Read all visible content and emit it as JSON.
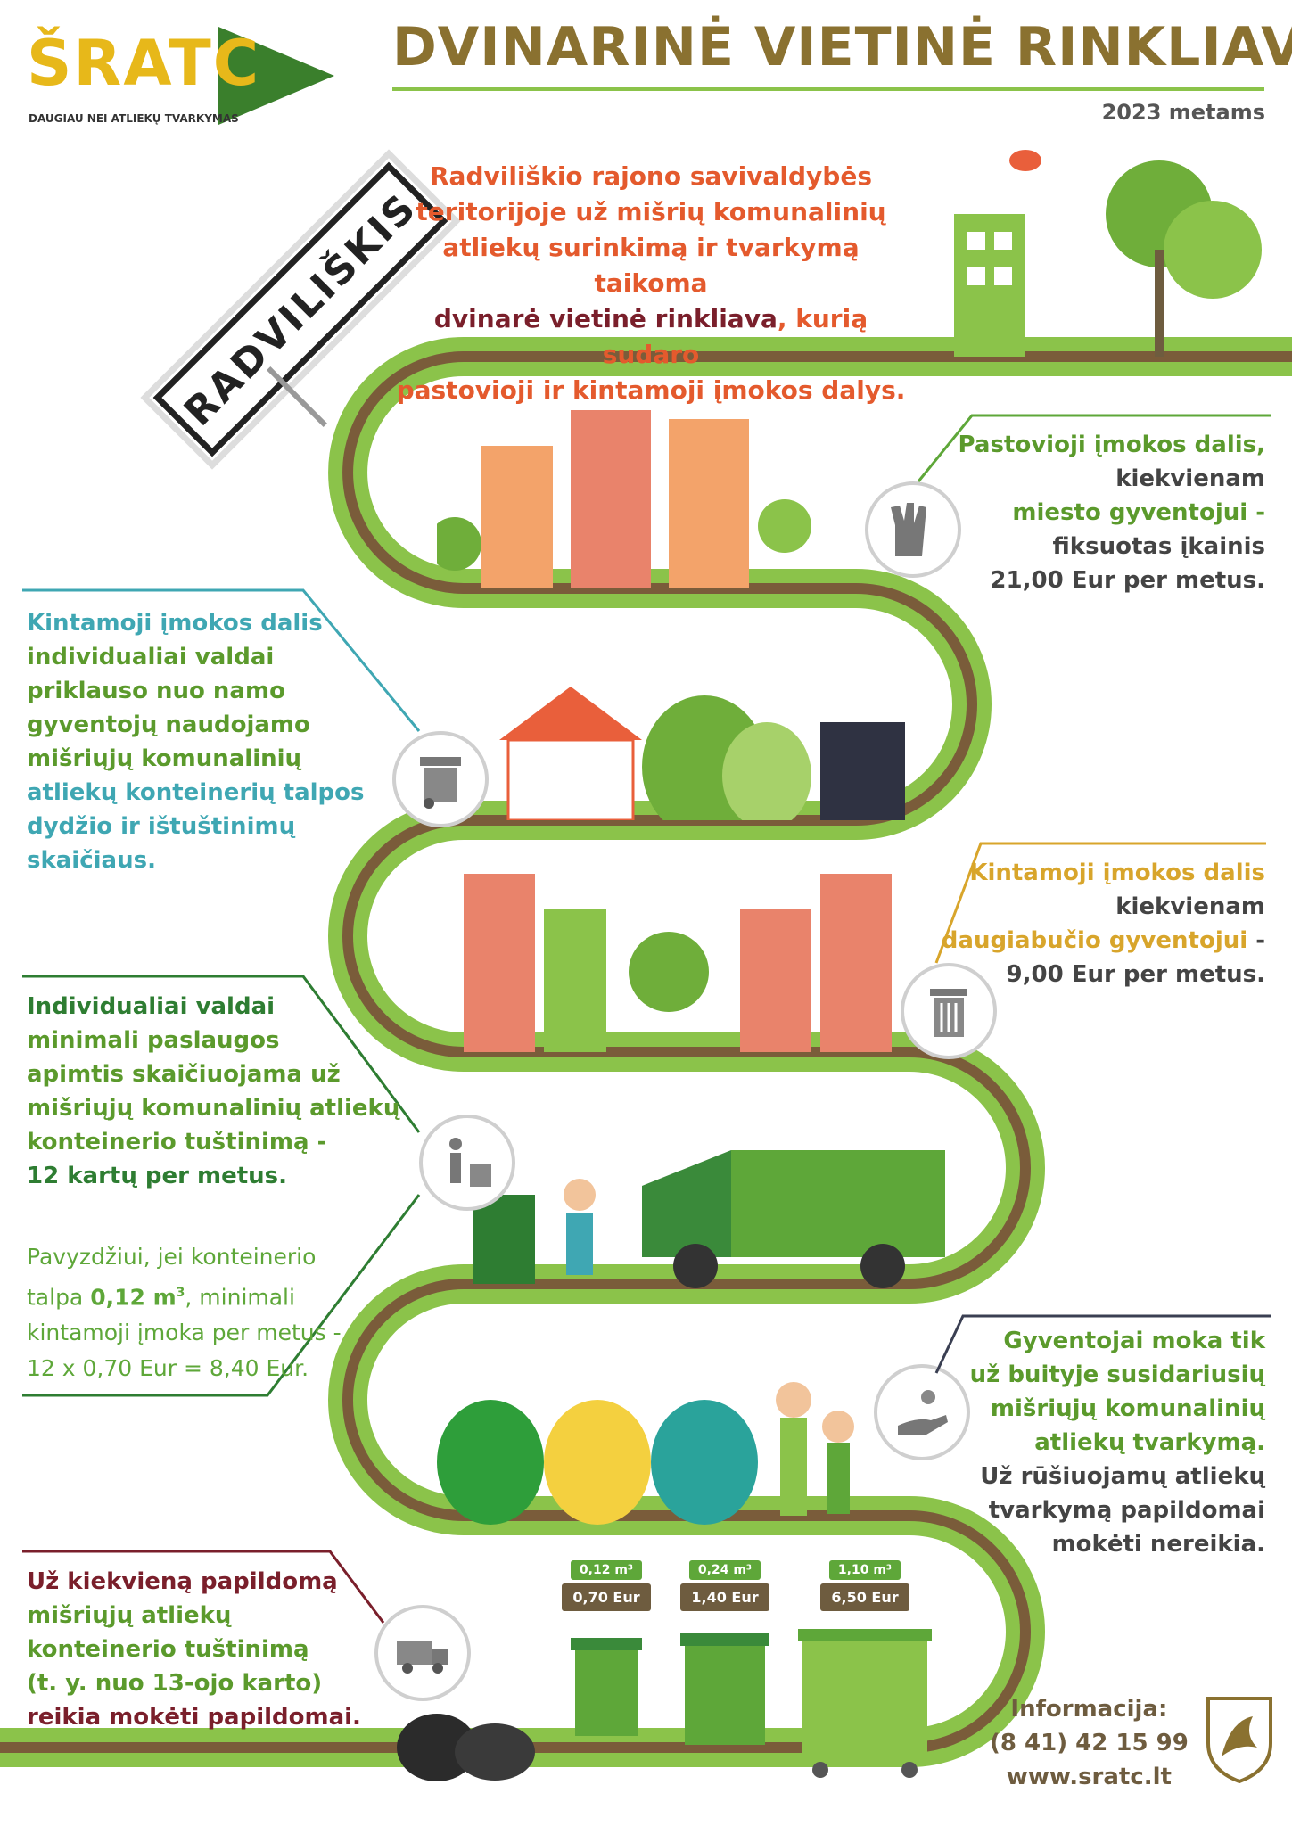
{
  "header": {
    "logo_text": "ŠRATC",
    "logo_tagline": "DAUGIAU NEI ATLIEKŲ TVARKYMAS",
    "title": "DVINARINĖ VIETINĖ RINKLIAVA",
    "year": "2023 metams"
  },
  "sign": {
    "text": "RADVILIŠKIS"
  },
  "intro": {
    "line1": "Radviliškio rajono savivaldybės",
    "line2": "teritorijoje už mišrių komunalinių",
    "line3": "atliekų surinkimą ir tvarkymą taikoma",
    "line4_dark": "dvinarė vietinė rinkliava",
    "line4_rest": ", kurią sudaro",
    "line5": "pastovioji ir kintamoji įmokos dalys."
  },
  "blocks": {
    "fixed": {
      "l1": "Pastovioji įmokos dalis,",
      "l2": "kiekvienam",
      "l3": "miesto gyventojui -",
      "l4": "fiksuotas įkainis",
      "l5": "21,00 Eur per metus."
    },
    "individual": {
      "l1": "Kintamoji įmokos dalis",
      "l2": "individualiai valdai",
      "l3": "priklauso nuo namo",
      "l4": "gyventojų naudojamo",
      "l5": "mišriųjų komunalinių",
      "l6": "atliekų konteinerių talpos",
      "l7": "dydžio ir ištuštinimų skaičiaus."
    },
    "apartment": {
      "l1": "Kintamoji įmokos dalis",
      "l2": "kiekvienam",
      "l3": "daugiabučio gyventojui",
      "l3b": " -",
      "l4": "9,00 Eur per metus."
    },
    "minimum": {
      "l1": "Individualiai valdai",
      "l2": "minimali paslaugos",
      "l3": "apimtis skaičiuojama už",
      "l4": "mišriųjų komunalinių atliekų",
      "l5": "konteinerio tuštinimą -",
      "l6": "12 kartų per metus."
    },
    "example": {
      "l1": "Pavyzdžiui, jei konteinerio",
      "l2a": "talpa ",
      "l2b": "0,12 m",
      "l2sup": "3",
      "l2c": ", minimali",
      "l3": "kintamoji įmoka per metus -",
      "l4": "12 x 0,70 Eur = 8,40 Eur."
    },
    "sorting": {
      "l1": "Gyventojai moka tik",
      "l2": "už buityje susidariusių",
      "l3": "mišriųjų komunalinių",
      "l4": "atliekų tvarkymą.",
      "l5": "Už rūšiuojamų atliekų",
      "l6": "tvarkymą papildomai",
      "l7": "mokėti nereikia."
    },
    "extra": {
      "l1": "Už kiekvieną papildomą",
      "l2": "mišriųjų atliekų",
      "l3": "konteinerio tuštinimą",
      "l4": "(t. y. nuo 13-ojo karto)",
      "l5": "reikia mokėti papildomai."
    }
  },
  "bins": [
    {
      "volume": "0,12 m³",
      "price": "0,70 Eur"
    },
    {
      "volume": "0,24 m³",
      "price": "1,40 Eur"
    },
    {
      "volume": "1,10 m³",
      "price": "6,50 Eur"
    }
  ],
  "info": {
    "label": "Informacija:",
    "phone": "(8 41) 42 15 99",
    "web": "www.sratc.lt"
  },
  "colors": {
    "road_outer": "#8bc34a",
    "road_inner": "#7a5c3a",
    "title": "#8a7130"
  }
}
